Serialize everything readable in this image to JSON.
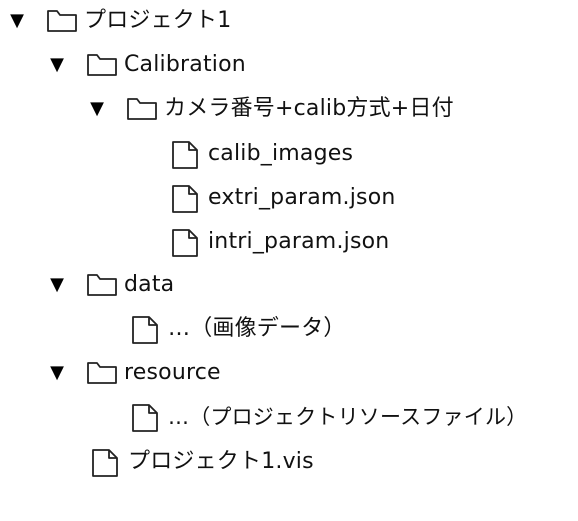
{
  "tree": {
    "toggle_glyph": "▼",
    "nodes": [
      {
        "label": "プロジェクト1",
        "type": "folder",
        "expanded": true
      },
      {
        "label": "Calibration",
        "type": "folder",
        "expanded": true
      },
      {
        "label": "カメラ番号+calib方式+日付",
        "type": "folder",
        "expanded": true
      },
      {
        "label": "calib_images",
        "type": "file"
      },
      {
        "label": "extri_param.json",
        "type": "file"
      },
      {
        "label": "intri_param.json",
        "type": "file"
      },
      {
        "label": "data",
        "type": "folder",
        "expanded": true
      },
      {
        "label": "…（画像データ）",
        "type": "file"
      },
      {
        "label": "resource",
        "type": "folder",
        "expanded": true
      },
      {
        "label": "…（プロジェクトリソースファイル）",
        "type": "file"
      },
      {
        "label": "プロジェクト1.vis",
        "type": "file"
      }
    ]
  }
}
